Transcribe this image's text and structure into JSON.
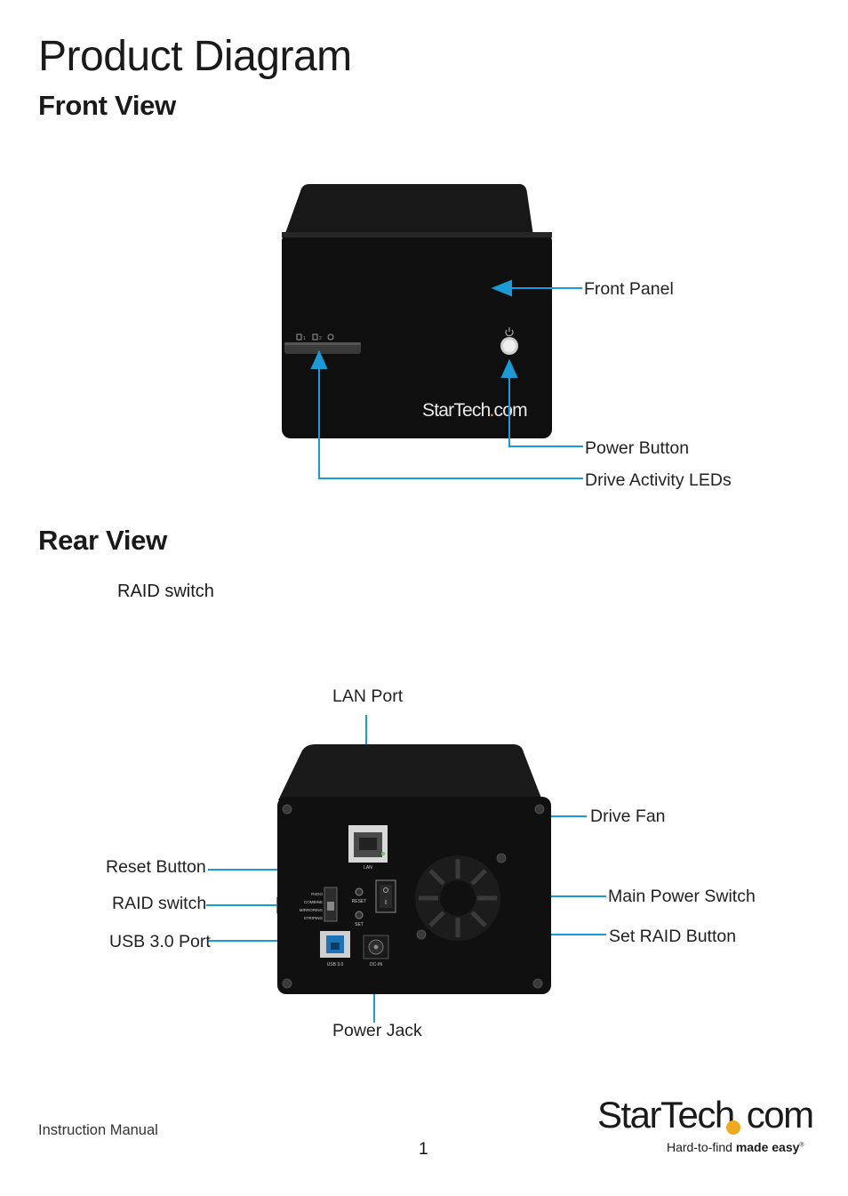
{
  "page": {
    "title": "Product Diagram",
    "page_number": "1",
    "footer_text": "Instruction Manual"
  },
  "front_view": {
    "heading": "Front View",
    "callouts": {
      "front_panel": "Front Panel",
      "power_button": "Power Button",
      "drive_leds": "Drive Activity LEDs"
    },
    "device_brand_a": "StarTech",
    "device_brand_b": "com"
  },
  "rear_view": {
    "heading": "Rear View",
    "raid_switch_top": "RAID switch",
    "callouts": {
      "lan_port": "LAN Port",
      "drive_fan": "Drive Fan",
      "reset_button": "Reset Button",
      "raid_switch": "RAID switch",
      "usb_port": "USB 3.0 Port",
      "main_power_switch": "Main Power Switch",
      "set_raid_button": "Set RAID Button",
      "power_jack": "Power Jack"
    },
    "panel_labels": {
      "lan": "LAN",
      "reset": "RESET",
      "set": "SET",
      "usb": "USB 3.0",
      "dcin": "DC-IN",
      "raid_modes": [
        "RIIOO",
        "COMBINE",
        "MIRRORING",
        "STRIPING"
      ]
    }
  },
  "logo": {
    "main": "StarTech",
    "suffix": "com",
    "tag_a": "Hard-to-find ",
    "tag_b": "made easy",
    "reg": "®"
  },
  "colors": {
    "callout": "#1a9ad6",
    "device": "#121212",
    "accent": "#f0a81c"
  }
}
